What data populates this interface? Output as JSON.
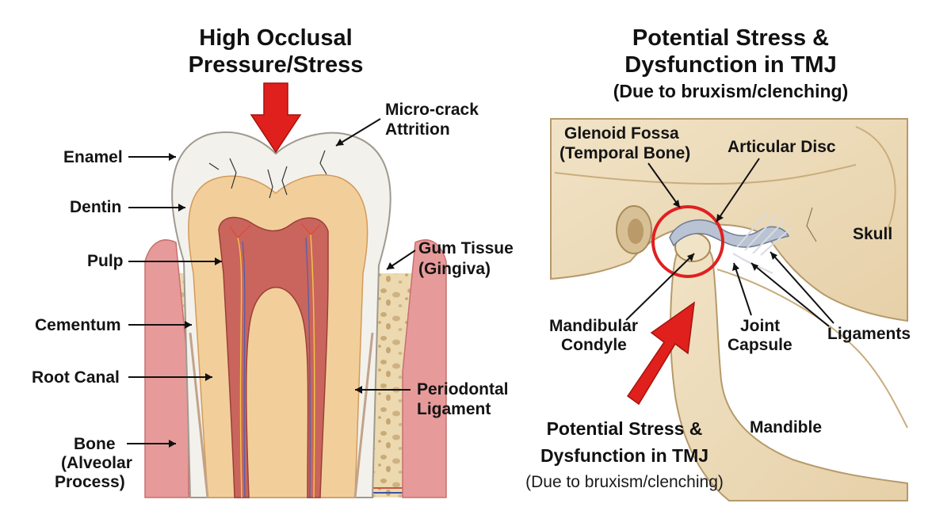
{
  "tooth": {
    "title_line1": "High Occlusal",
    "title_line2": "Pressure/Stress",
    "labels": {
      "enamel": "Enamel",
      "dentin": "Dentin",
      "pulp": "Pulp",
      "cementum": "Cementum",
      "root_canal": "Root Canal",
      "bone_line1": "Bone",
      "bone_line2": "(Alveolar",
      "bone_line3": "Process)",
      "microcrack_line1": "Micro-crack",
      "microcrack_line2": "Attrition",
      "gum_line1": "Gum Tissue",
      "gum_line2": "(Gingiva)",
      "pdl_line1": "Periodontal",
      "pdl_line2": "Ligament"
    }
  },
  "tmj": {
    "title_line1": "Potential Stress &",
    "title_line2": "Dysfunction in TMJ",
    "title_line3": "(Due to bruxism/clenching)",
    "labels": {
      "glenoid_line1": "Glenoid Fossa",
      "glenoid_line2": "(Temporal Bone)",
      "disc": "Articular Disc",
      "skull": "Skull",
      "condyle_line1": "Mandibular",
      "condyle_line2": "Condyle",
      "capsule_line1": "Joint",
      "capsule_line2": "Capsule",
      "ligaments": "Ligaments",
      "mandible": "Mandible"
    },
    "callout_line1": "Potential Stress &",
    "callout_line2": "Dysfunction in TMJ",
    "callout_line3": "(Due to bruxism/clenching)"
  },
  "colors": {
    "arrow": "#e0201c",
    "enamel": "#f3f1ec",
    "dentin": "#f2cf9a",
    "pulp": "#c9655c",
    "gum": "#e79a9a",
    "bone": "#ecd9b0",
    "tmj_bone": "#eddcbc",
    "highlight_ring": "#e02020"
  }
}
